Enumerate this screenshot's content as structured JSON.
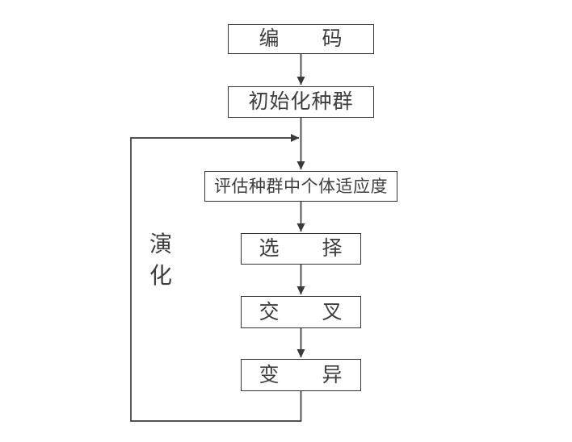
{
  "diagram": {
    "type": "flowchart",
    "colors": {
      "line": "#3a3a3a",
      "text": "#3d3d3d",
      "border": "#333333",
      "background": "#ffffff"
    },
    "nodes": [
      {
        "id": "encode",
        "label": "编　　码"
      },
      {
        "id": "init-population",
        "label": "初始化种群"
      },
      {
        "id": "evaluate-fitness",
        "label": "评估种群中个体适应度"
      },
      {
        "id": "selection",
        "label": "选　　择"
      },
      {
        "id": "crossover",
        "label": "交　　叉"
      },
      {
        "id": "mutation",
        "label": "变　　异"
      }
    ],
    "loop_label": [
      "演",
      "化"
    ],
    "connectors": [
      {
        "from": "encode",
        "to": "init-population",
        "kind": "straight-arrow"
      },
      {
        "from": "init-population",
        "to": "evaluate-fitness",
        "kind": "straight-arrow"
      },
      {
        "from": "evaluate-fitness",
        "to": "selection",
        "kind": "straight-arrow"
      },
      {
        "from": "selection",
        "to": "crossover",
        "kind": "straight-arrow"
      },
      {
        "from": "crossover",
        "to": "mutation",
        "kind": "straight-arrow"
      },
      {
        "from": "mutation",
        "to": "evaluate-fitness",
        "kind": "feedback-loop"
      }
    ]
  }
}
